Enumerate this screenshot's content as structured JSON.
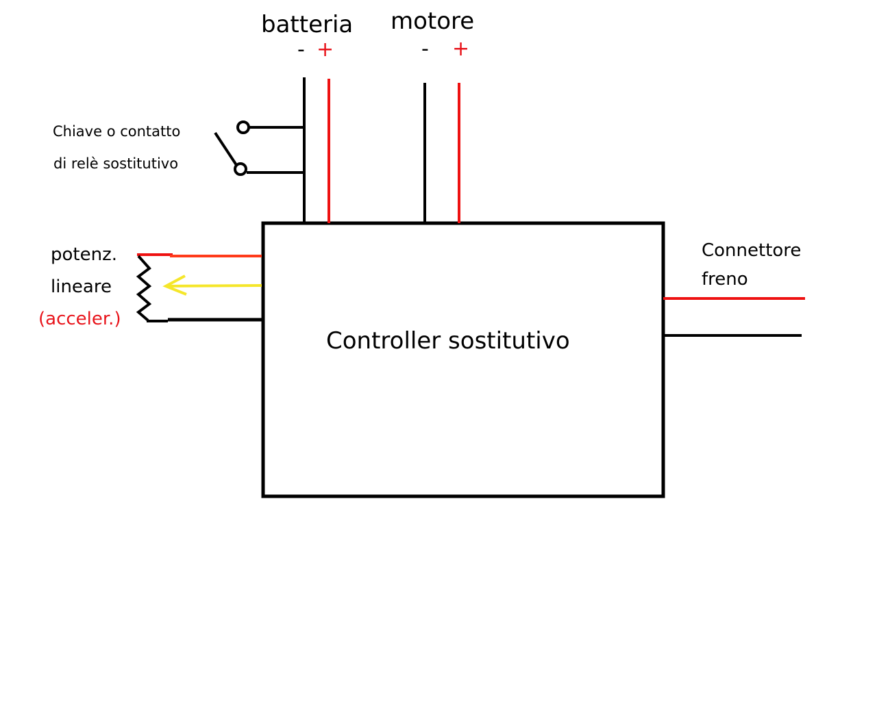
{
  "labels": {
    "battery": "batteria",
    "battery_minus": "-",
    "battery_plus": "+",
    "motor": "motore",
    "motor_minus": "-",
    "motor_plus": "+",
    "key_line1": "Chiave o contatto",
    "key_line2": "di relè sostitutivo",
    "pot_line1": "potenz.",
    "pot_line2": "lineare",
    "pot_line3": "(acceler.)",
    "controller": "Controller sostitutivo",
    "brake_line1": "Connettore",
    "brake_line2": "freno"
  },
  "colors": {
    "wire_black": "#000000",
    "wire_red": "#ee1111",
    "wire_orange_red": "#ff3a1a",
    "wire_yellow": "#f5e62a",
    "label_red": "#e8141b"
  }
}
